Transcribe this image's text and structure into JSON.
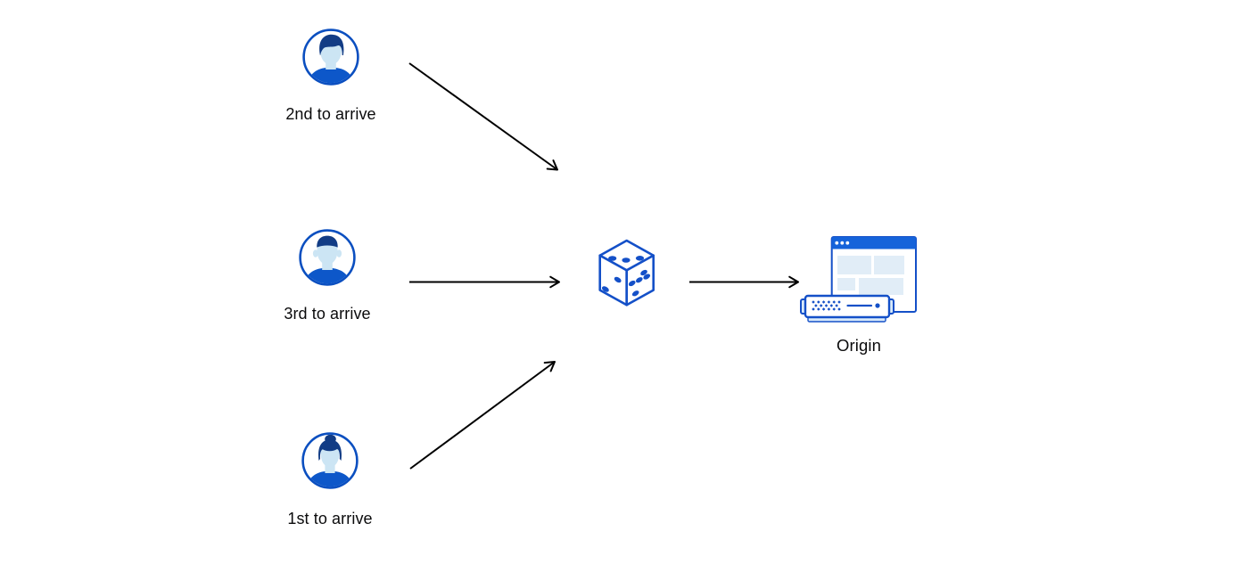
{
  "diagram": {
    "clients": [
      {
        "id": "second-arrival",
        "label": "2nd to arrive",
        "icon": "person-avatar-man-swept-hair"
      },
      {
        "id": "third-arrival",
        "label": "3rd to arrive",
        "icon": "person-avatar-man-flat-hair"
      },
      {
        "id": "first-arrival",
        "label": "1st to arrive",
        "icon": "person-avatar-woman-bun"
      }
    ],
    "selector": {
      "id": "random-selector",
      "icon": "dice",
      "top_face_pips": 3,
      "left_face_pips": 2,
      "right_face_pips": 5
    },
    "origin": {
      "id": "origin",
      "label": "Origin",
      "icon": "browser-window-and-server"
    },
    "edges": [
      {
        "from": "second-arrival",
        "to": "random-selector"
      },
      {
        "from": "third-arrival",
        "to": "random-selector"
      },
      {
        "from": "first-arrival",
        "to": "random-selector"
      },
      {
        "from": "random-selector",
        "to": "origin"
      }
    ]
  },
  "colors": {
    "background": "#ffffff",
    "stroke_blue": "#1450c8",
    "avatar_ring_blue": "#0b4fc0",
    "hair_navy": "#123c85",
    "skin_light_blue": "#cce5f4",
    "shirt_blue": "#0d57c9",
    "window_bar_blue": "#1563da",
    "panel_light_blue": "#e1edf7",
    "server_pale_blue": "#d8eafa",
    "arrow_black": "#000000",
    "label_text": "#0b0b0c"
  }
}
